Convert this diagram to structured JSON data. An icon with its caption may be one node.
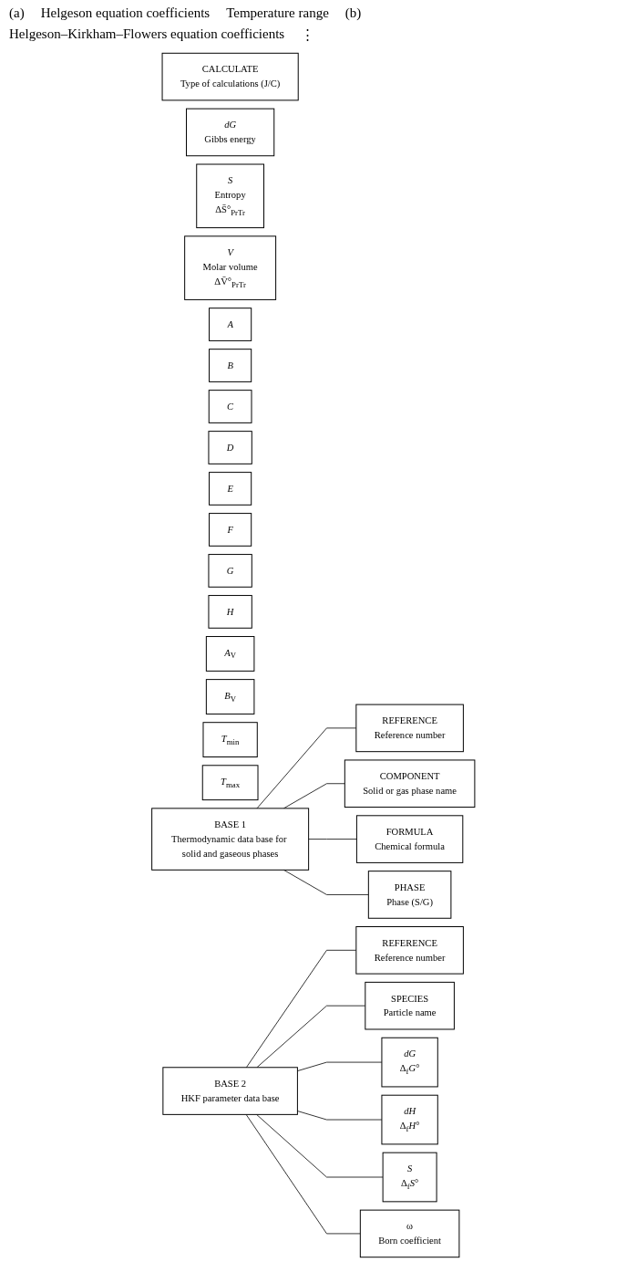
{
  "diagram": {
    "nodes": [
      {
        "text": [
          "BASE 1",
          "Thermodynamic data base for solid and gaseous phases"
        ]
      },
      {
        "text": [
          "REFERENCE",
          "Reference number"
        ]
      },
      {
        "text": [
          "COMPONENT",
          "Solid or gas phase name"
        ]
      },
      {
        "text": [
          "FORMULA",
          "Chemical formula"
        ]
      },
      {
        "text": [
          "PHASE",
          "Phase (S/G)"
        ]
      },
      {
        "text": [
          "CALCULATE",
          "Type of calculations (J/C)"
        ]
      },
      {
        "text": [
          "*dG*",
          "Gibbs energy"
        ]
      },
      {
        "text": [
          "*S*",
          "Entropy",
          "ΔS̄°$_{PrTr}$"
        ]
      },
      {
        "text": [
          "*V*",
          "Molar volume",
          "ΔV̄°$_{PrTr}$"
        ]
      },
      {
        "text": [
          "A"
        ]
      },
      {
        "text": [
          "B"
        ]
      },
      {
        "text": [
          "C"
        ]
      },
      {
        "text": [
          "D"
        ]
      },
      {
        "text": [
          "E"
        ]
      },
      {
        "text": [
          "F"
        ]
      },
      {
        "text": [
          "G"
        ]
      },
      {
        "text": [
          "H"
        ]
      },
      {
        "text": [
          "*A*$_{V}$"
        ]
      },
      {
        "text": [
          "*B*$_{V}$"
        ]
      },
      {
        "text": [
          "*T*$_{min}$"
        ]
      },
      {
        "text": [
          "*T*$_{max}$"
        ]
      },
      {
        "text": [
          "BASE 2",
          "HKF parameter data base"
        ]
      },
      {
        "text": [
          "REFERENCE",
          "Reference number"
        ]
      },
      {
        "text": [
          "SPECIES",
          "Particle name"
        ]
      },
      {
        "text": [
          "*dG*",
          "Δ$_{f}$*G*°"
        ]
      },
      {
        "text": [
          "*dH*",
          "Δ$_{f}$*H*°"
        ]
      },
      {
        "text": [
          "*S*",
          "Δ$_{f}$*S*°"
        ]
      },
      {
        "text": [
          "ω",
          "Born coefficient"
        ]
      }
    ],
    "edges": [
      {
        "from": 0,
        "to": 1,
        "arrow": "none"
      },
      {
        "from": 0,
        "to": 2,
        "arrow": "none"
      },
      {
        "from": 0,
        "to": 3,
        "arrow": "none"
      },
      {
        "from": 0,
        "to": 4,
        "arrow": "none"
      },
      {
        "from": 21,
        "to": 22,
        "arrow": "none"
      },
      {
        "from": 21,
        "to": 23,
        "arrow": "none"
      },
      {
        "from": 21,
        "to": 24,
        "arrow": "none"
      },
      {
        "from": 21,
        "to": 25,
        "arrow": "none"
      },
      {
        "from": 21,
        "to": 26,
        "arrow": "none"
      },
      {
        "from": 21,
        "to": 27,
        "arrow": "none"
      }
    ],
    "labels": [
      "(a)",
      "Helgeson equation coefficients",
      "Temperature range",
      "(b)",
      "Helgeson–Kirkham–Flowers equation coefficients",
      "⋮"
    ]
  }
}
